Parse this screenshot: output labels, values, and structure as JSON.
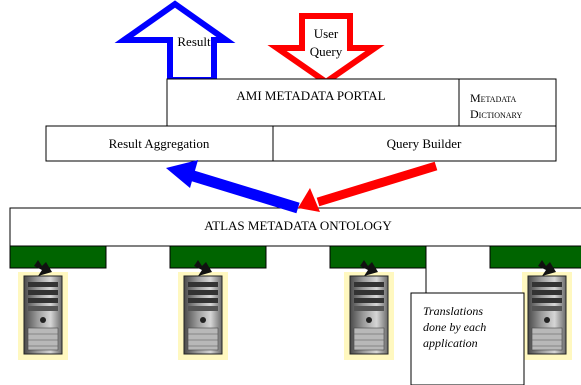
{
  "arrows": {
    "result_label": "Result",
    "query_label_line1": "User",
    "query_label_line2": "Query",
    "result_color": "#0000ff",
    "query_color": "#ff0000"
  },
  "portal": {
    "title": "AMI METADATA PORTAL",
    "dictionary_line1": "Metadata",
    "dictionary_line2": "Dictionary"
  },
  "services": {
    "aggregation": "Result Aggregation",
    "builder": "Query Builder"
  },
  "ontology": {
    "title": "ATLAS METADATA ONTOLOGY",
    "connector_color": "#006400"
  },
  "servers": {
    "count": 4,
    "highlight_color": "#fff8c0"
  },
  "note": {
    "line1": "Translations",
    "line2": "done by each",
    "line3": "application"
  }
}
